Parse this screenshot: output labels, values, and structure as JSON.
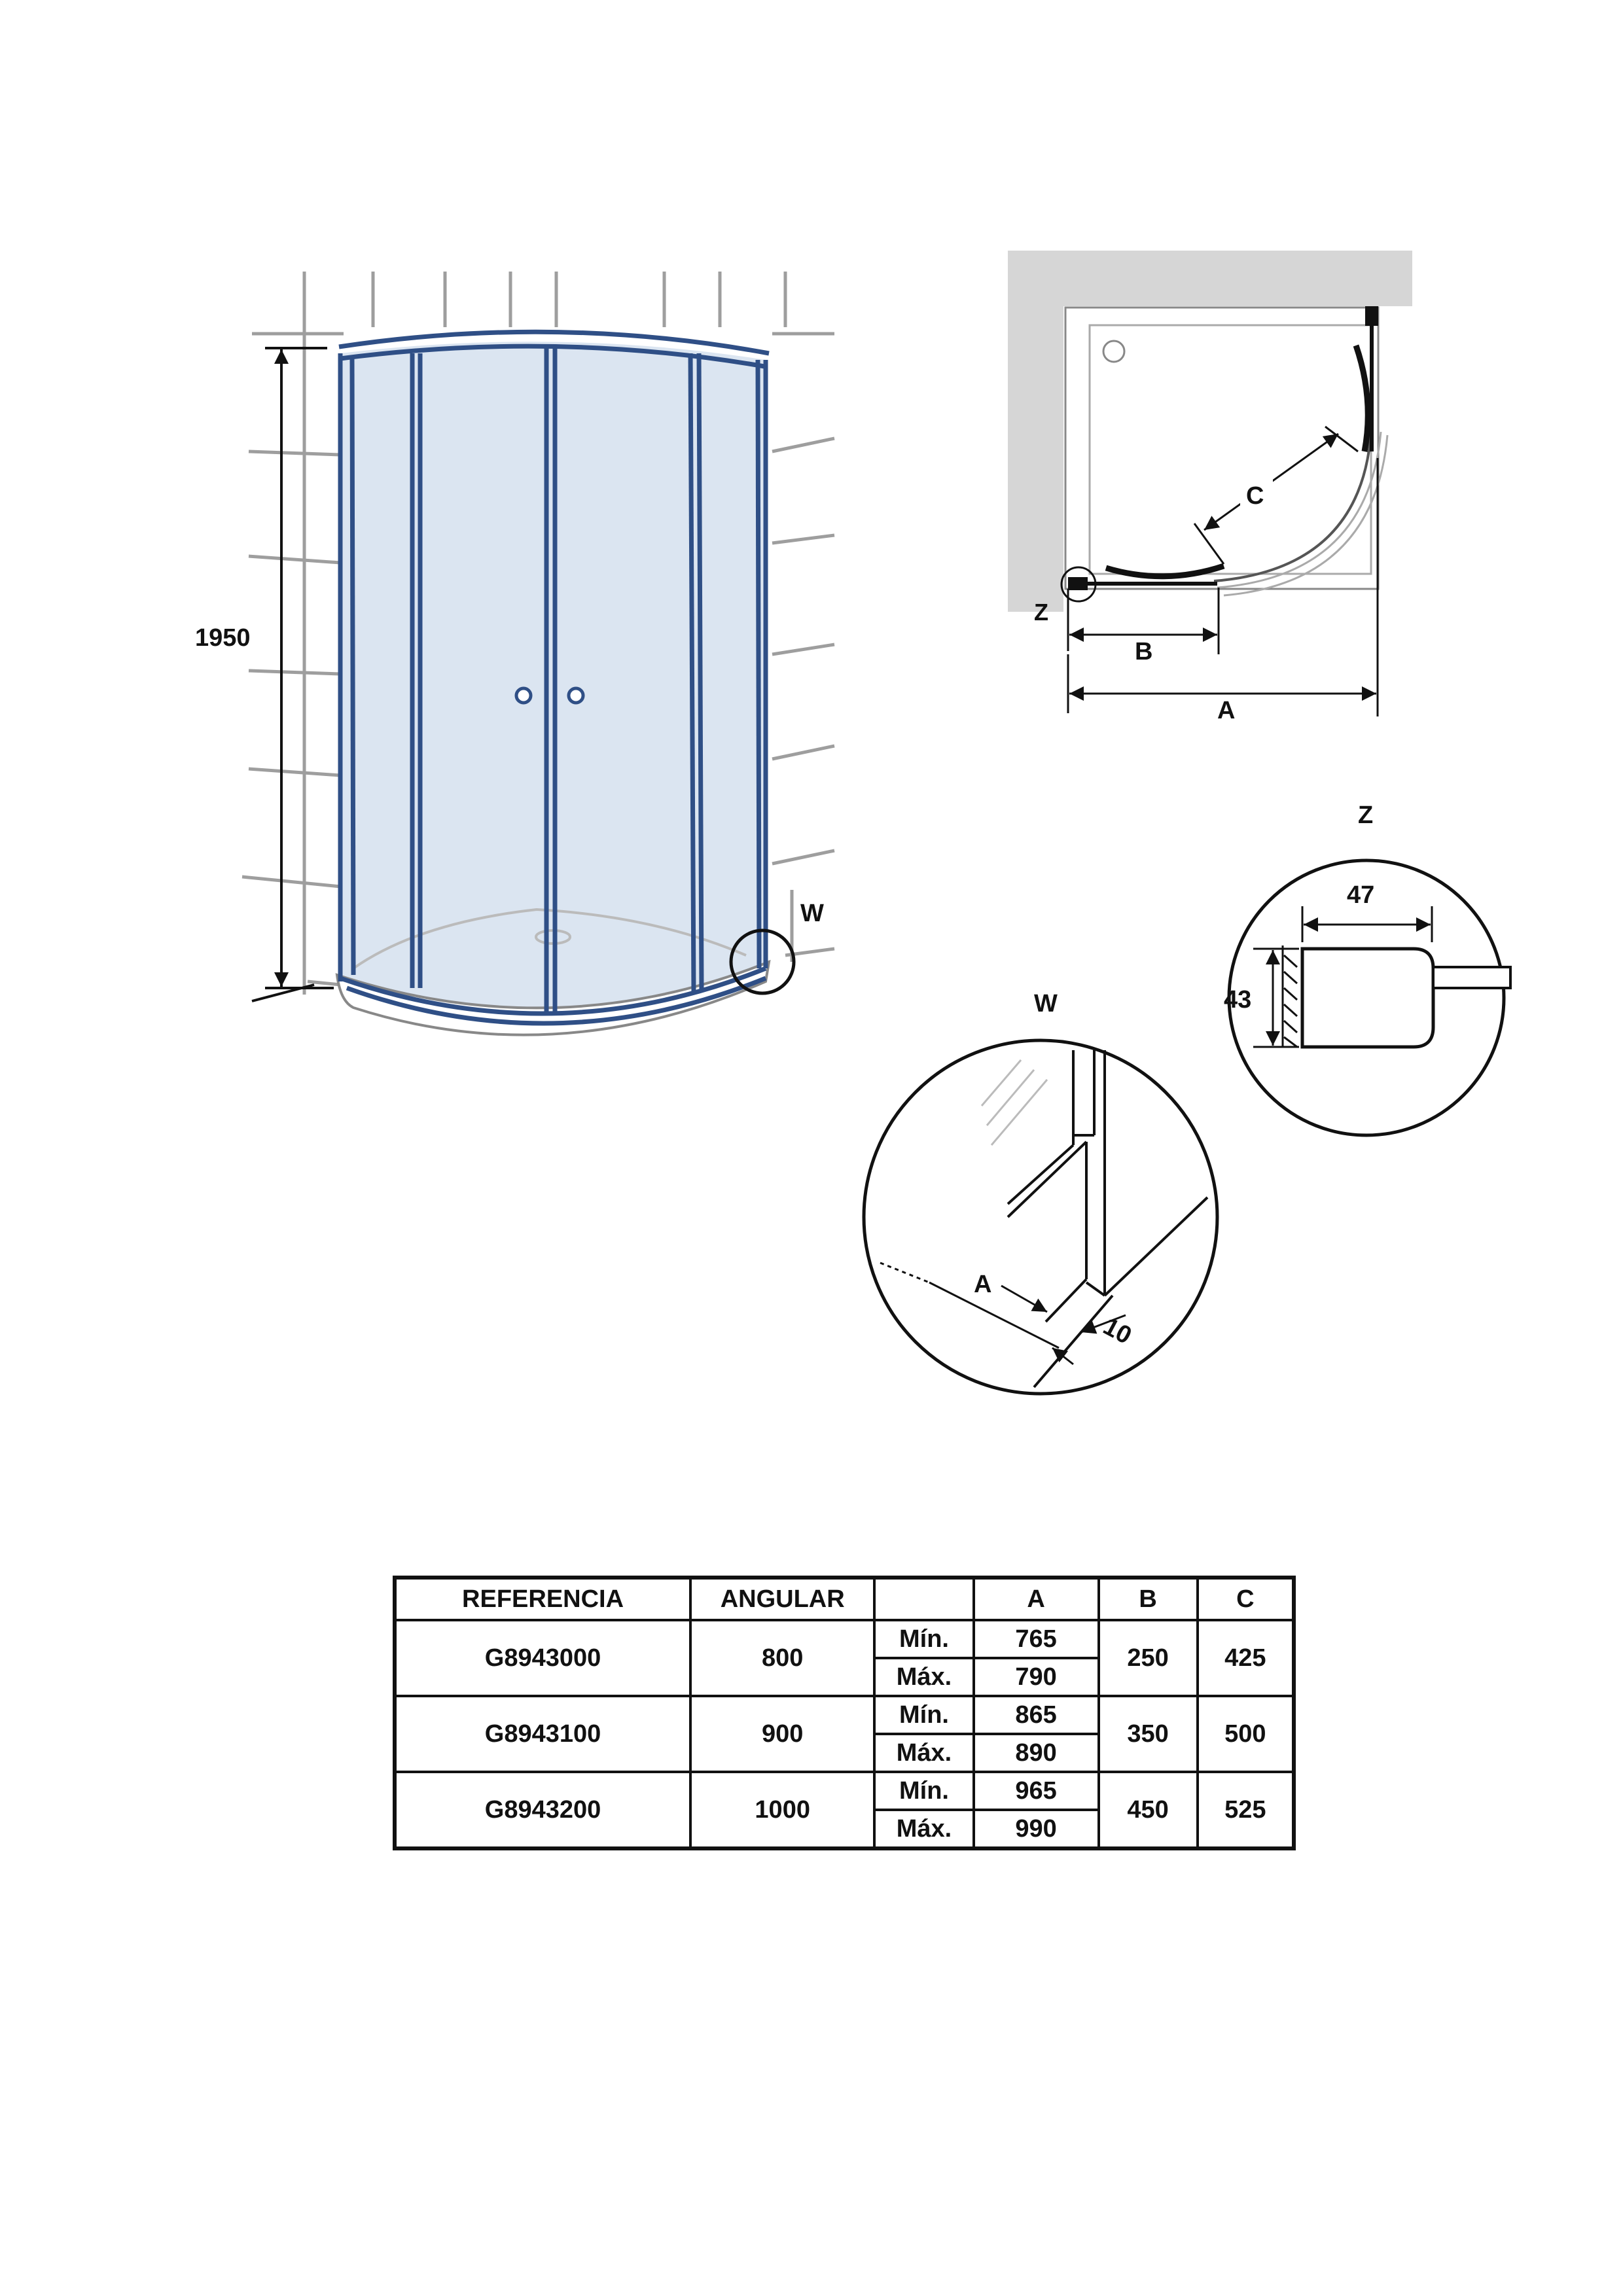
{
  "main_view": {
    "height_label": "1950",
    "detail_w_marker": "W"
  },
  "plan_view": {
    "label_c": "C",
    "label_z": "Z",
    "label_b": "B",
    "label_a": "A"
  },
  "detail_z": {
    "title": "Z",
    "width_label": "47",
    "height_label": "43"
  },
  "detail_w": {
    "title": "W",
    "label_a": "A",
    "gap_label": "10"
  },
  "table": {
    "headers": [
      "REFERENCIA",
      "ANGULAR",
      "",
      "A",
      "B",
      "C"
    ],
    "rows": [
      {
        "reference": "G8943000",
        "angular": "800",
        "min_label": "Mín.",
        "a_min": "765",
        "max_label": "Máx.",
        "a_max": "790",
        "b": "250",
        "c": "425"
      },
      {
        "reference": "G8943100",
        "angular": "900",
        "min_label": "Mín.",
        "a_min": "865",
        "max_label": "Máx.",
        "a_max": "890",
        "b": "350",
        "c": "500"
      },
      {
        "reference": "G8943200",
        "angular": "1000",
        "min_label": "Mín.",
        "a_min": "965",
        "max_label": "Máx.",
        "a_max": "990",
        "b": "450",
        "c": "525"
      }
    ]
  },
  "colors": {
    "glass": "#dbe5f1",
    "frame": "#2f4f86",
    "tile_line": "#9e9e9e",
    "wall_grey": "#d6d6d6"
  }
}
